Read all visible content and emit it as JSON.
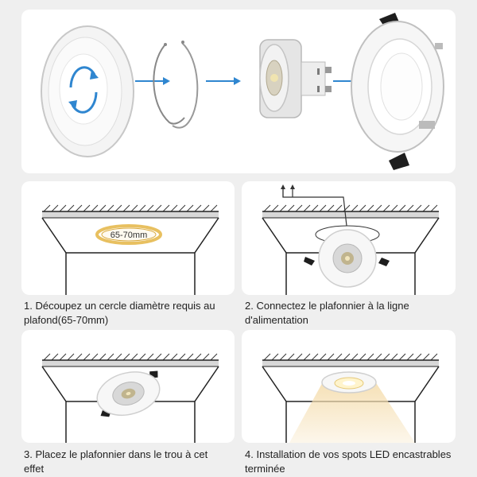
{
  "colors": {
    "arrow": "#2f86d0",
    "label_ring": "#e8c060",
    "warm_light": "#f5deb0"
  },
  "top": {
    "icons": [
      "rotate-arrows-icon",
      "arrow-right-icon",
      "gu10-bulb-icon",
      "spring-clip-icon",
      "downlight-frame-icon"
    ]
  },
  "steps": [
    {
      "label": "1. Découpez un cercle diamètre requis au plafond(65-70mm)",
      "hole_size": "65-70mm"
    },
    {
      "label": "2. Connectez le plafonnier à la ligne d'alimentation"
    },
    {
      "label": "3. Placez le plafonnier dans le trou à cet effet"
    },
    {
      "label": "4. Installation de vos spots LED encastrables terminée"
    }
  ]
}
